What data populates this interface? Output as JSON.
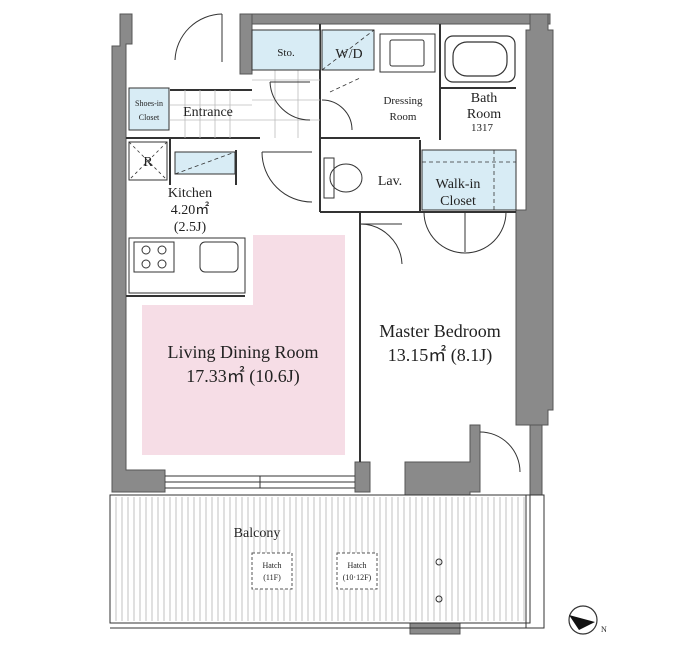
{
  "plan": {
    "colors": {
      "wall": "#8a8a8a",
      "wall_edge": "#555555",
      "living_highlight": "#f6dde6",
      "storage_fill": "#d8ecf5",
      "line": "#333333"
    },
    "rooms": {
      "storage": "Sto.",
      "washer": "W/D",
      "dressing_line1": "Dressing",
      "dressing_line2": "Room",
      "bath_line1": "Bath",
      "bath_line2": "Room",
      "bath_code": "1317",
      "shoes_line1": "Shoes-in",
      "shoes_line2": "Closet",
      "entrance": "Entrance",
      "refrigerator": "R",
      "lavatory": "Lav.",
      "walkin_line1": "Walk-in",
      "walkin_line2": "Closet",
      "kitchen_name": "Kitchen",
      "kitchen_area": "4.20㎡",
      "kitchen_jo": "(2.5J)",
      "living_name": "Living Dining Room",
      "living_area": "17.33㎡ (10.6J)",
      "master_name": "Master Bedroom",
      "master_area": "13.15㎡ (8.1J)",
      "balcony": "Balcony"
    },
    "hatches": [
      {
        "label": "Hatch",
        "floors": "(11F)"
      },
      {
        "label": "Hatch",
        "floors": "(10·12F)"
      }
    ],
    "compass_icon": "north-arrow-icon"
  }
}
